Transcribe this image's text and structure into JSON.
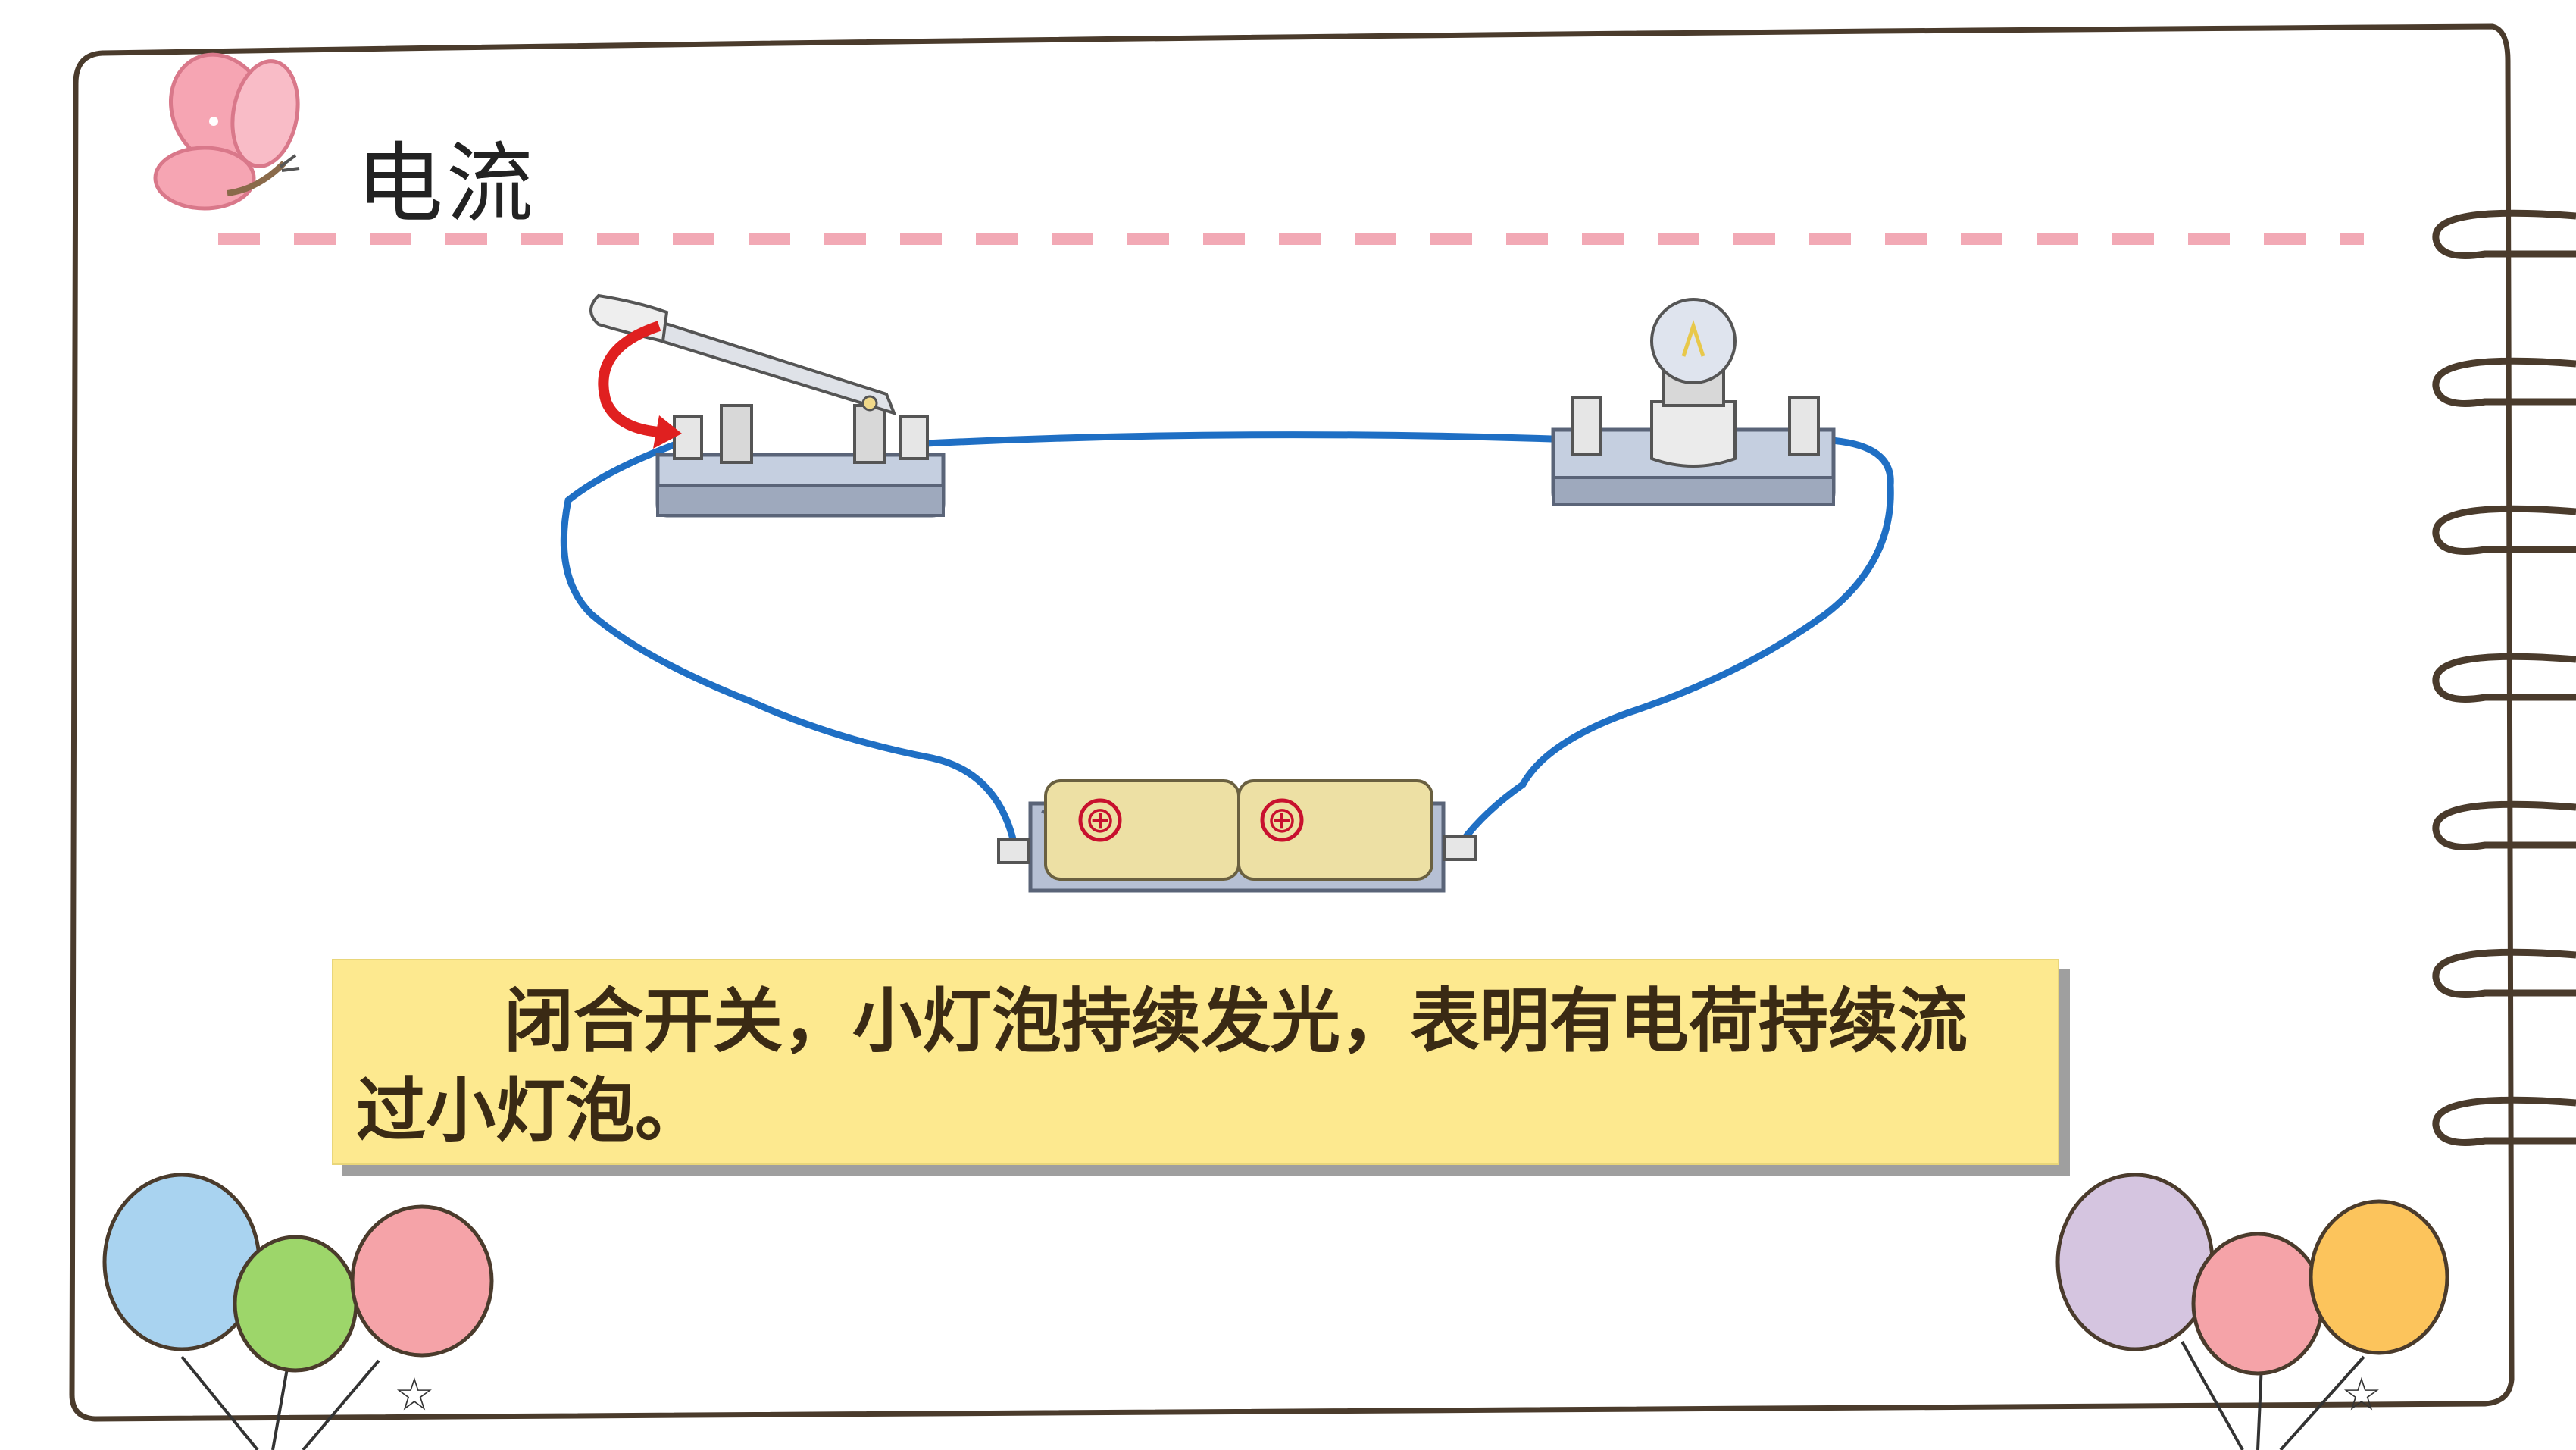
{
  "title": "电流",
  "caption": "闭合开关，小灯泡持续发光，表明有电荷持续流过小灯泡。",
  "battery": {
    "cell_1_symbol": "⊕",
    "cell_2_symbol": "⊕"
  },
  "colors": {
    "wire": "#1f6fc4",
    "caption_background": "#fde98f",
    "caption_text": "#3a2a14",
    "frame_line": "#4a3b2c",
    "dash_line": "#f2a9b5",
    "arrow": "#e02020"
  },
  "decorations": {
    "butterfly_icon": "butterfly-icon",
    "balloons_left": [
      "light-blue",
      "green",
      "pink"
    ],
    "balloons_right": [
      "lavender",
      "pink",
      "orange"
    ]
  }
}
